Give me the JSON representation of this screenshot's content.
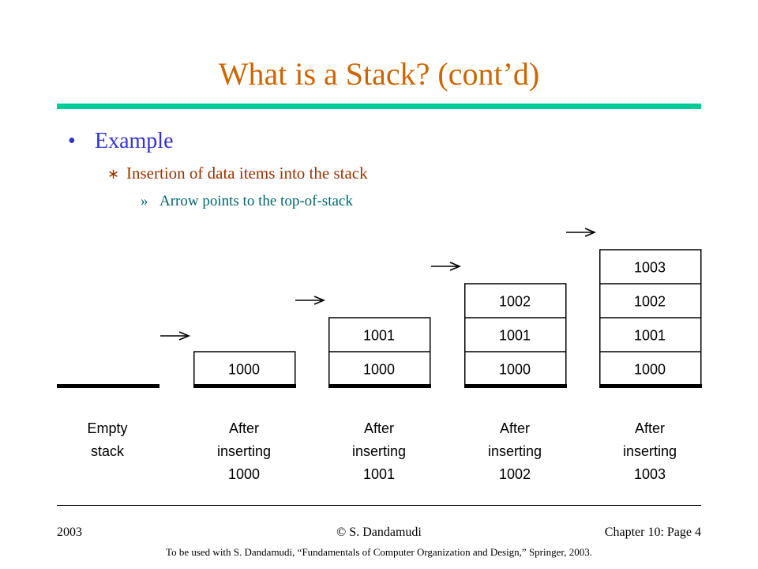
{
  "title": "What is a Stack? (cont’d)",
  "bullets": {
    "level1": {
      "marker": "•",
      "text": "Example"
    },
    "level2": {
      "marker": "∗",
      "text": "Insertion of data items into the stack"
    },
    "level3": {
      "marker": "»",
      "text": "Arrow points to the top-of-stack"
    }
  },
  "diagram": {
    "stacks": [
      {
        "items": [],
        "caption": [
          "Empty",
          "stack"
        ]
      },
      {
        "items": [
          "1000"
        ],
        "caption": [
          "After",
          "inserting",
          "1000"
        ]
      },
      {
        "items": [
          "1000",
          "1001"
        ],
        "caption": [
          "After",
          "inserting",
          "1001"
        ]
      },
      {
        "items": [
          "1000",
          "1001",
          "1002"
        ],
        "caption": [
          "After",
          "inserting",
          "1002"
        ]
      },
      {
        "items": [
          "1000",
          "1001",
          "1002",
          "1003"
        ],
        "caption": [
          "After",
          "inserting",
          "1003"
        ]
      }
    ]
  },
  "footer": {
    "year": "2003",
    "author": "© S. Dandamudi",
    "page": "Chapter 10: Page 4",
    "note": "To be used with S. Dandamudi, “Fundamentals of Computer Organization and Design,” Springer, 2003."
  }
}
